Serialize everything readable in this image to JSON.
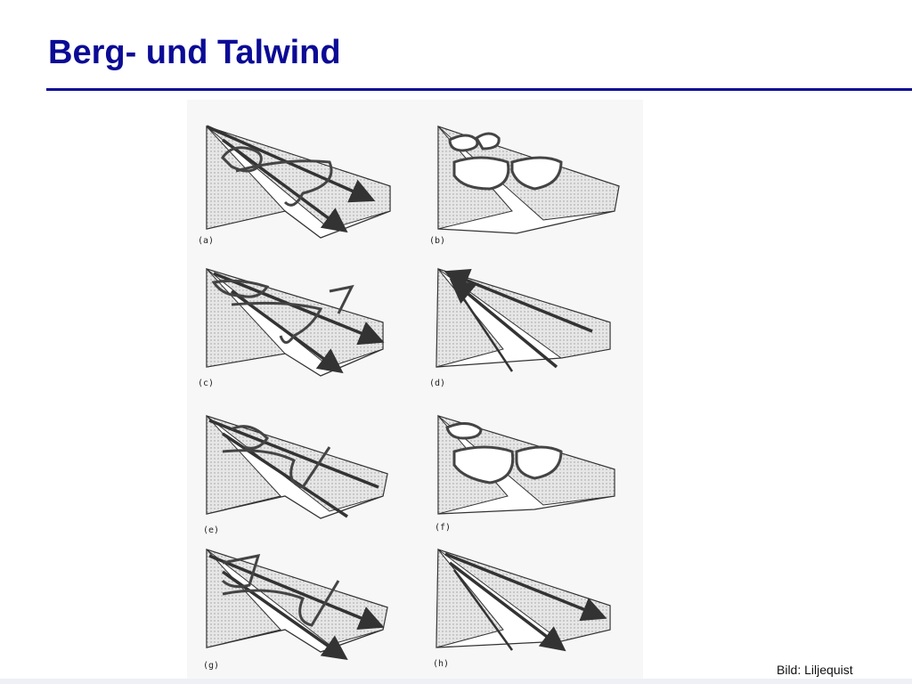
{
  "slide": {
    "title": "Berg- und Talwind",
    "credit": "Bild: Liljequist"
  },
  "figure": {
    "panels": [
      {
        "id": "a",
        "label": "(a)"
      },
      {
        "id": "b",
        "label": "(b)"
      },
      {
        "id": "c",
        "label": "(c)"
      },
      {
        "id": "d",
        "label": "(d)"
      },
      {
        "id": "e",
        "label": "(e)"
      },
      {
        "id": "f",
        "label": "(f)"
      },
      {
        "id": "g",
        "label": "(g)"
      },
      {
        "id": "h",
        "label": "(h)"
      }
    ]
  },
  "colors": {
    "title": "#0b0b96",
    "rule": "#0b0b96",
    "line": "#333333",
    "shade": "#d8d8d8",
    "figure_bg": "#f7f7f7"
  }
}
